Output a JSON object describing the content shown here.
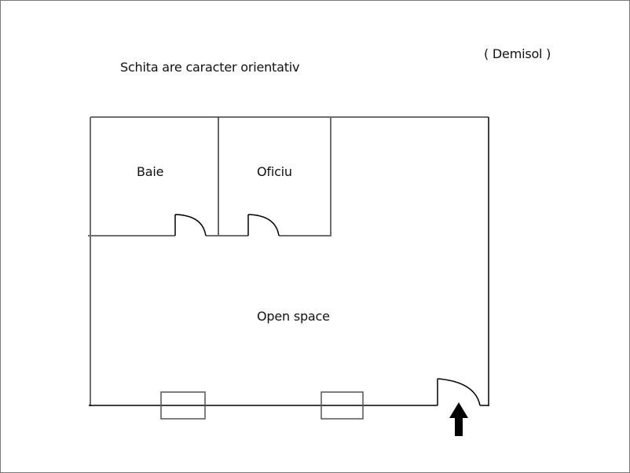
{
  "diagram": {
    "type": "floor-plan",
    "note": "Schita are caracter orientativ",
    "level": "( Demisol )",
    "rooms": [
      {
        "id": "baie",
        "label": "Baie"
      },
      {
        "id": "oficiu",
        "label": "Oficiu"
      },
      {
        "id": "open-space",
        "label": "Open space"
      }
    ],
    "elements": {
      "doors": [
        "baie-door",
        "oficiu-door",
        "entrance-door"
      ],
      "windows": 2,
      "entrance_arrow": "up-arrow"
    },
    "colors": {
      "wall_gray": "#6e6e6e",
      "wall_black": "#000000",
      "text": "#111111",
      "arrow": "#000000"
    }
  }
}
